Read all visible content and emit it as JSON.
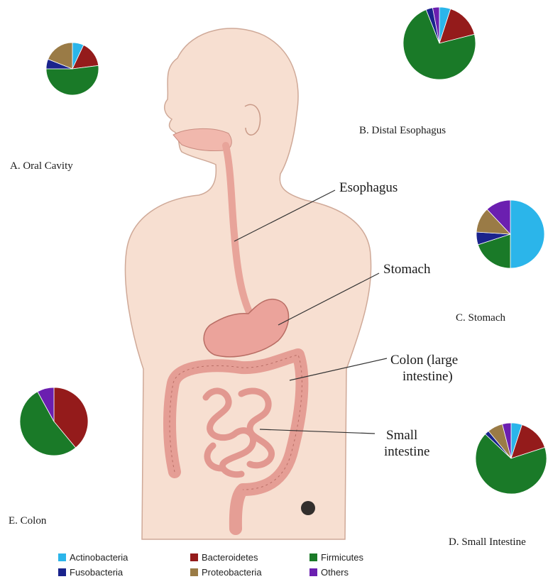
{
  "phyla": [
    {
      "name": "Actinobacteria",
      "color": "#2bb5ea"
    },
    {
      "name": "Bacteroidetes",
      "color": "#941b1b"
    },
    {
      "name": "Firmicutes",
      "color": "#1a7a28"
    },
    {
      "name": "Fusobacteria",
      "color": "#1a238c"
    },
    {
      "name": "Proteobacteria",
      "color": "#9a7b46"
    },
    {
      "name": "Others",
      "color": "#6b1fb0"
    }
  ],
  "sites": {
    "oral": "A. Oral Cavity",
    "esophagus": "B. Distal Esophagus",
    "stomach": "C.  Stomach",
    "small_intestine": "D. Small Intestine",
    "colon": "E.  Colon"
  },
  "organs": {
    "esophagus": "Esophagus",
    "stomach": "Stomach",
    "colon_line1": "Colon (large",
    "colon_line2": "intestine)",
    "small_line1": "Small",
    "small_line2": "intestine"
  },
  "chart_data": [
    {
      "type": "pie",
      "site": "A. Oral Cavity",
      "slices": [
        {
          "name": "Actinobacteria",
          "value": 7
        },
        {
          "name": "Bacteroidetes",
          "value": 16
        },
        {
          "name": "Firmicutes",
          "value": 52
        },
        {
          "name": "Fusobacteria",
          "value": 6
        },
        {
          "name": "Proteobacteria",
          "value": 19
        }
      ]
    },
    {
      "type": "pie",
      "site": "B. Distal Esophagus",
      "slices": [
        {
          "name": "Actinobacteria",
          "value": 5
        },
        {
          "name": "Bacteroidetes",
          "value": 16
        },
        {
          "name": "Firmicutes",
          "value": 73
        },
        {
          "name": "Fusobacteria",
          "value": 3
        },
        {
          "name": "Others",
          "value": 3
        }
      ]
    },
    {
      "type": "pie",
      "site": "C.  Stomach",
      "slices": [
        {
          "name": "Actinobacteria",
          "value": 50
        },
        {
          "name": "Firmicutes",
          "value": 20
        },
        {
          "name": "Fusobacteria",
          "value": 6
        },
        {
          "name": "Proteobacteria",
          "value": 12
        },
        {
          "name": "Others",
          "value": 12
        }
      ]
    },
    {
      "type": "pie",
      "site": "D. Small Intestine",
      "slices": [
        {
          "name": "Actinobacteria",
          "value": 5
        },
        {
          "name": "Bacteroidetes",
          "value": 15
        },
        {
          "name": "Firmicutes",
          "value": 67
        },
        {
          "name": "Fusobacteria",
          "value": 2
        },
        {
          "name": "Proteobacteria",
          "value": 7
        },
        {
          "name": "Others",
          "value": 4
        }
      ]
    },
    {
      "type": "pie",
      "site": "E.  Colon",
      "slices": [
        {
          "name": "Bacteroidetes",
          "value": 39
        },
        {
          "name": "Firmicutes",
          "value": 53
        },
        {
          "name": "Others",
          "value": 8
        }
      ]
    }
  ]
}
